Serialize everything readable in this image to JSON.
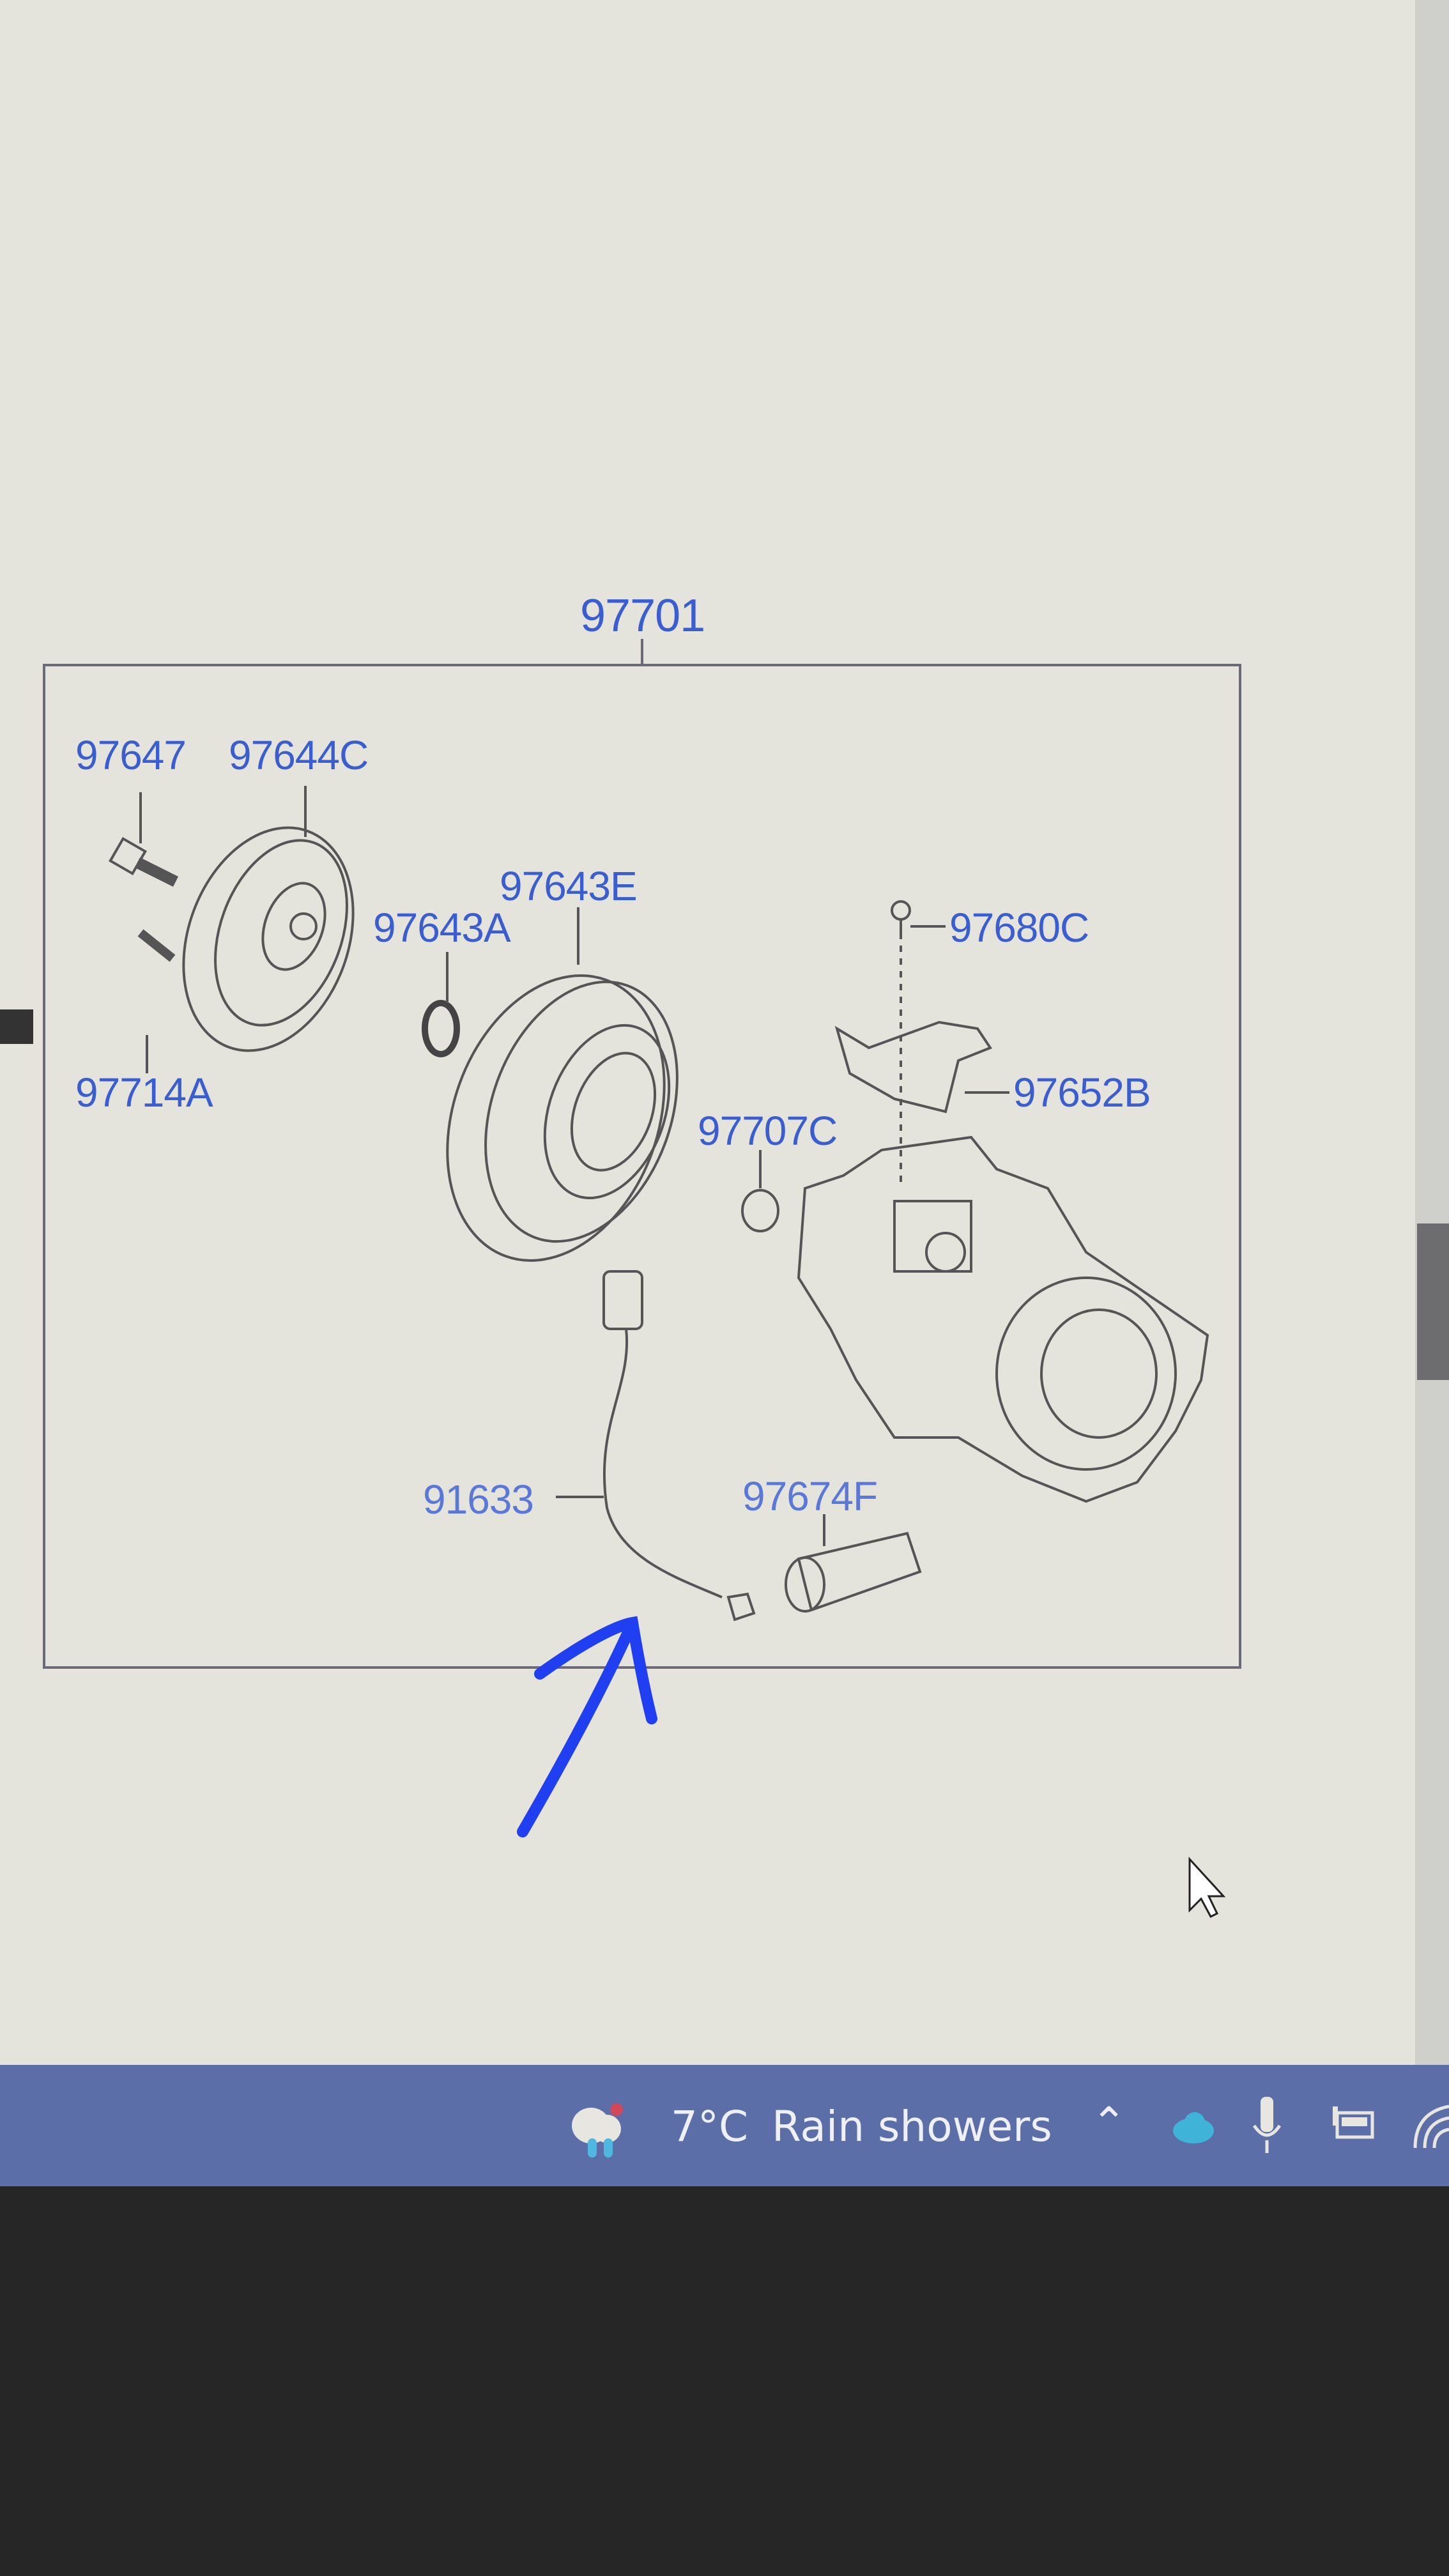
{
  "diagram": {
    "assembly_label": "97701",
    "part_labels": {
      "bolt": "97647",
      "disc_hub": "97644C",
      "pulley": "97643E",
      "shim": "97643A",
      "screw": "97680C",
      "bolt_lower": "97714A",
      "bracket": "97652B",
      "cap": "97707C",
      "wiring": "91633",
      "valve": "97674F"
    }
  },
  "annotation": {
    "arrow_color": "#1f3ff0"
  },
  "taskbar": {
    "weather_temp": "7°C",
    "weather_text": "Rain showers",
    "color": "#5b6ea8"
  }
}
